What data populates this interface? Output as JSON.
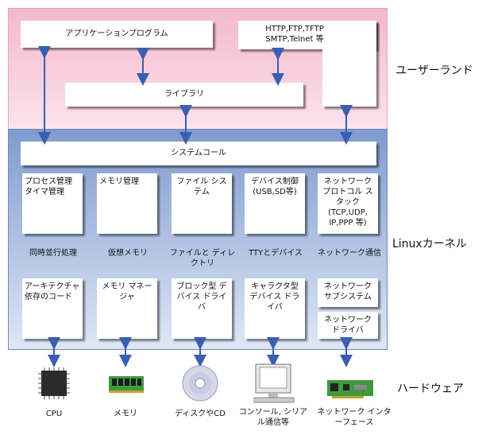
{
  "layers": {
    "userland": "ユーザーランド",
    "kernel": "Linuxカーネル",
    "hardware": "ハードウェア"
  },
  "userland": {
    "application": "アプリケーションプログラム",
    "protocols": "HTTP,FTP,TFTP SMTP,Telnet 等",
    "library": "ライブラリ"
  },
  "kernel": {
    "syscall": "システムコール",
    "modules": [
      "プロセス管理 タイマ管理",
      "メモリ管理",
      "ファイル システム",
      "デバイス制御 (USB,SD等)",
      "ネットワーク プロトコル スタック (TCP,UDP, IP,PPP 等)"
    ],
    "captions": [
      "同時並行処理",
      "仮想メモリ",
      "ファイルと ディレクトリ",
      "TTYとデバイス",
      "ネットワーク通信"
    ],
    "drivers": [
      "アーキテクチャ 依存のコード",
      "メモリ マネージャ",
      "ブロック型 デバイス ドライバ",
      "キャラクタ型 デバイス ドライバ",
      "ネットワーク サブシステム",
      "ネットワーク ドライバ"
    ]
  },
  "hardware": [
    {
      "label": "CPU",
      "icon": "cpu-icon"
    },
    {
      "label": "メモリ",
      "icon": "memory-icon"
    },
    {
      "label": "ディスクやCD",
      "icon": "disc-icon"
    },
    {
      "label": "コンソール, シリアル通信等",
      "icon": "monitor-icon"
    },
    {
      "label": "ネットワーク インターフェース",
      "icon": "network-card-icon"
    }
  ],
  "colors": {
    "userland_bg": "#f6c8d8",
    "kernel_bg": "#8ea7d4",
    "arrow": "#3a5fb0"
  }
}
